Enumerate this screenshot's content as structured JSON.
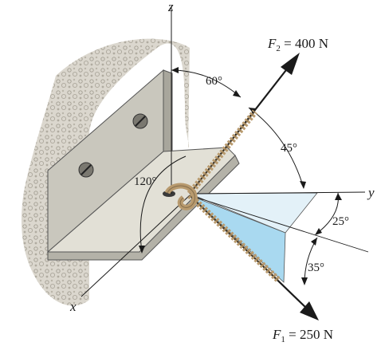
{
  "axes": {
    "x": "x",
    "y": "y",
    "z": "z"
  },
  "forces": {
    "f2": {
      "symbol": "F",
      "sub": "2",
      "value": " = 400 N"
    },
    "f1": {
      "symbol": "F",
      "sub": "1",
      "value": " = 250 N"
    }
  },
  "angles": {
    "a60": "60°",
    "a45": "45°",
    "a120": "120°",
    "a25": "25°",
    "a35": "35°"
  },
  "colors": {
    "wall": "#d6d1c6",
    "bracket_face": "#c9c7bd",
    "bracket_top": "#e2e0d6",
    "shade_light": "#e3f1f8",
    "shade_dark": "#a9d9f0",
    "rope": "#b89a6e",
    "line": "#1a1a1a"
  }
}
